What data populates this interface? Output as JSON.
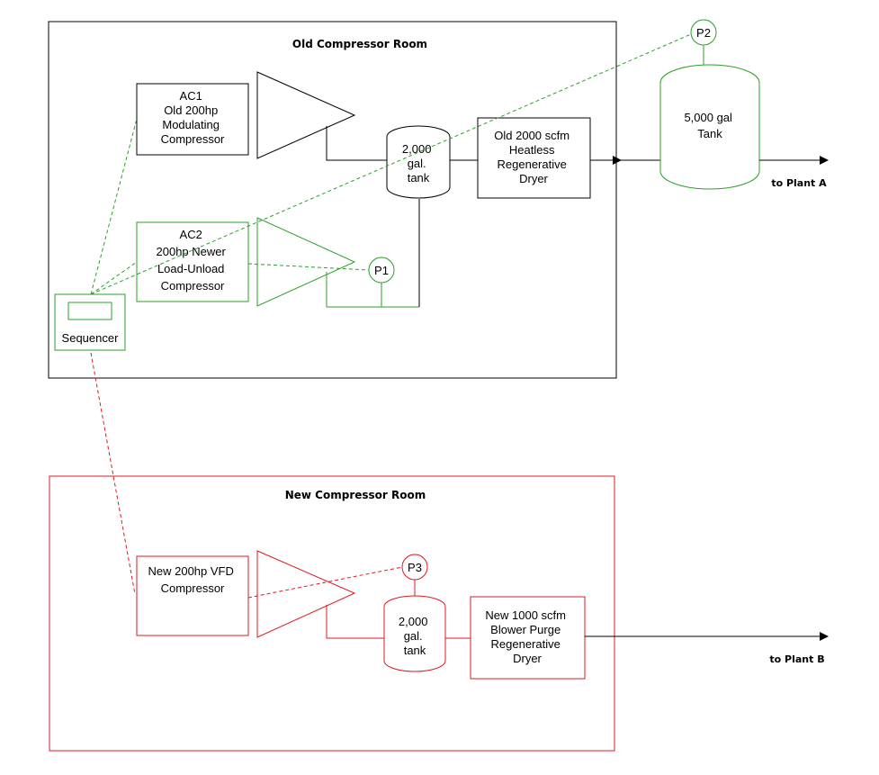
{
  "colors": {
    "old": "#000000",
    "signal": "#2aa12a",
    "new": "#e0191f"
  },
  "old_room": {
    "title": "Old Compressor Room",
    "ac1": [
      "AC1",
      "Old 200hp",
      "Modulating",
      "Compressor"
    ],
    "ac2": [
      "AC2",
      "200hp Newer",
      "Load-Unload",
      "Compressor"
    ],
    "tank": [
      "2,000",
      "gal.",
      "tank"
    ],
    "dryer": [
      "Old 2000 scfm",
      "Heatless",
      "Regenerative",
      "Dryer"
    ],
    "sequencer": "Sequencer",
    "p1": "P1"
  },
  "main_tank": [
    "5,000 gal",
    "Tank"
  ],
  "p2": "P2",
  "plant_a": "to Plant A",
  "new_room": {
    "title": "New Compressor Room",
    "compressor": [
      "New 200hp VFD",
      "Compressor"
    ],
    "p3": "P3",
    "tank": [
      "2,000",
      "gal.",
      "tank"
    ],
    "dryer": [
      "New 1000 scfm",
      "Blower Purge",
      "Regenerative",
      "Dryer"
    ]
  },
  "plant_b": "to Plant B"
}
